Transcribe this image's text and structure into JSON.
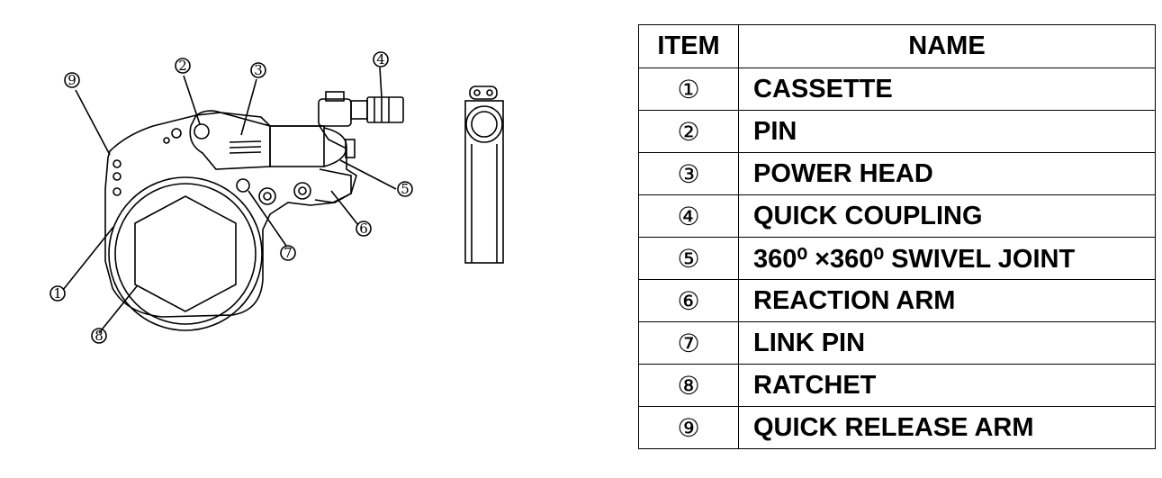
{
  "table": {
    "header_item": "ITEM",
    "header_name": "NAME",
    "rows": [
      {
        "item": "①",
        "name": "CASSETTE"
      },
      {
        "item": "②",
        "name": "PIN"
      },
      {
        "item": "③",
        "name": "POWER HEAD"
      },
      {
        "item": "④",
        "name": "QUICK COUPLING"
      },
      {
        "item": "⑤",
        "name": "360⁰ ×360⁰  SWIVEL JOINT"
      },
      {
        "item": "⑥",
        "name": "REACTION ARM"
      },
      {
        "item": "⑦",
        "name": "LINK PIN"
      },
      {
        "item": "⑧",
        "name": "RATCHET"
      },
      {
        "item": "⑨",
        "name": "QUICK RELEASE ARM"
      }
    ]
  },
  "drawing": {
    "callouts": [
      "①",
      "②",
      "③",
      "④",
      "⑤",
      "⑥",
      "⑦",
      "⑧",
      "⑨"
    ]
  }
}
